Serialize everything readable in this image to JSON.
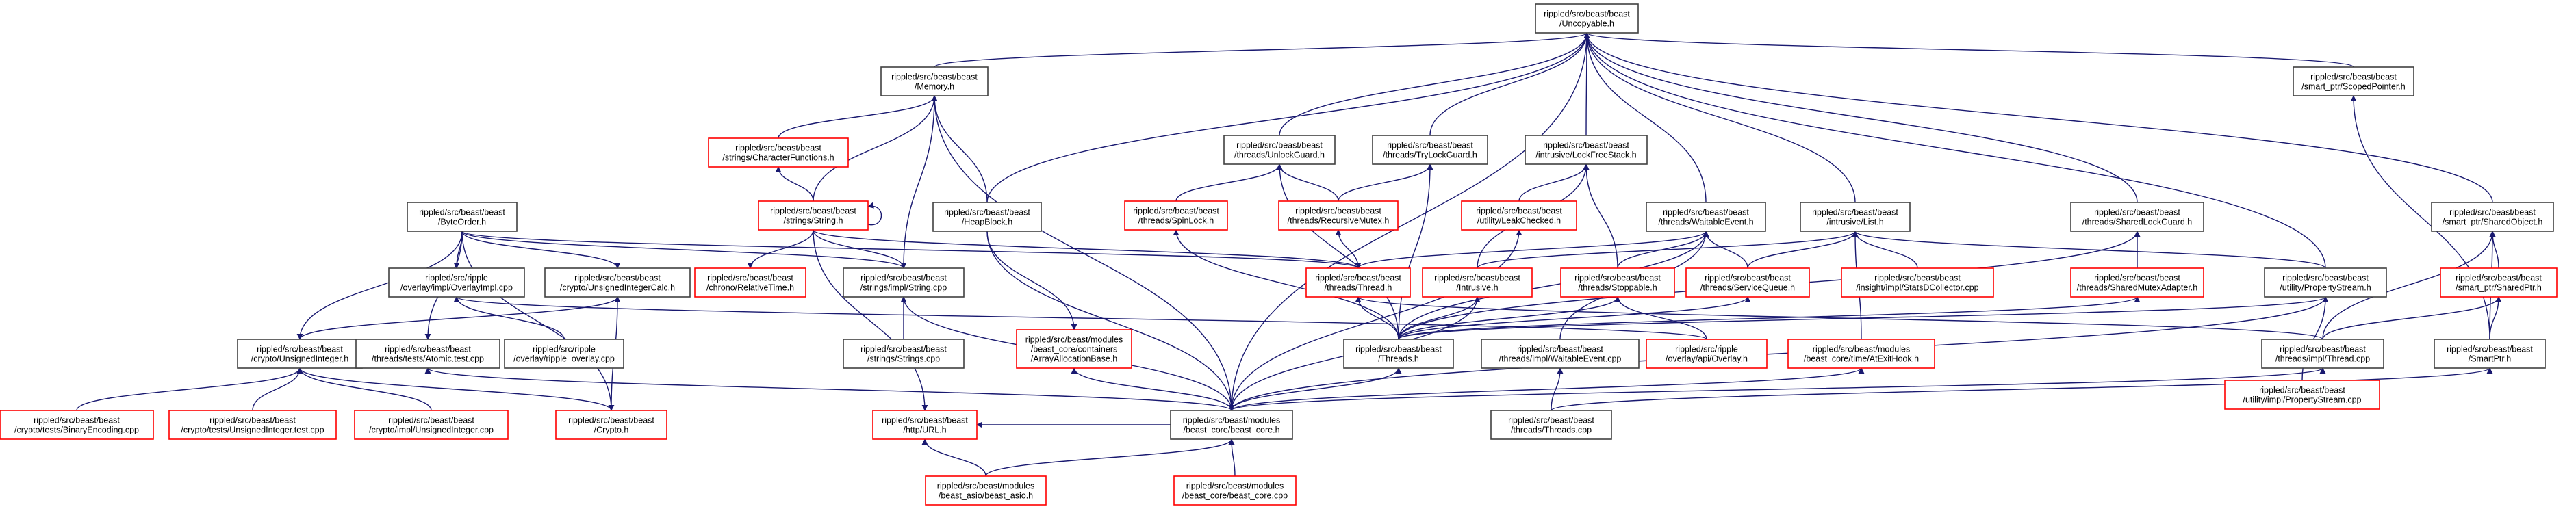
{
  "colors": {
    "edge": "#191970",
    "normal_border": "#404040",
    "missing_border": "#ff0000",
    "root_fill": "#bfbfbf",
    "node_fill": "#ffffff"
  },
  "nodes": {
    "uncopyable": {
      "lines": [
        "rippled/src/beast/beast",
        "/Uncopyable.h"
      ],
      "style": "root"
    },
    "memory": {
      "lines": [
        "rippled/src/beast/beast",
        "/Memory.h"
      ],
      "style": "normal"
    },
    "scopedpointer": {
      "lines": [
        "rippled/src/beast/beast",
        "/smart_ptr/ScopedPointer.h"
      ],
      "style": "normal"
    },
    "characterfunctions": {
      "lines": [
        "rippled/src/beast/beast",
        "/strings/CharacterFunctions.h"
      ],
      "style": "missing"
    },
    "unlockguard": {
      "lines": [
        "rippled/src/beast/beast",
        "/threads/UnlockGuard.h"
      ],
      "style": "normal"
    },
    "trylockguard": {
      "lines": [
        "rippled/src/beast/beast",
        "/threads/TryLockGuard.h"
      ],
      "style": "normal"
    },
    "lockfreestack": {
      "lines": [
        "rippled/src/beast/beast",
        "/intrusive/LockFreeStack.h"
      ],
      "style": "normal"
    },
    "byteorder": {
      "lines": [
        "rippled/src/beast/beast",
        "/ByteOrder.h"
      ],
      "style": "normal"
    },
    "string": {
      "lines": [
        "rippled/src/beast/beast",
        "/strings/String.h"
      ],
      "style": "missing"
    },
    "heapblock": {
      "lines": [
        "rippled/src/beast/beast",
        "/HeapBlock.h"
      ],
      "style": "normal"
    },
    "spinlock": {
      "lines": [
        "rippled/src/beast/beast",
        "/threads/SpinLock.h"
      ],
      "style": "missing"
    },
    "recursivemutex": {
      "lines": [
        "rippled/src/beast/beast",
        "/threads/RecursiveMutex.h"
      ],
      "style": "missing"
    },
    "leakchecked": {
      "lines": [
        "rippled/src/beast/beast",
        "/utility/LeakChecked.h"
      ],
      "style": "missing"
    },
    "waitableevent": {
      "lines": [
        "rippled/src/beast/beast",
        "/threads/WaitableEvent.h"
      ],
      "style": "normal"
    },
    "intrusivelist": {
      "lines": [
        "rippled/src/beast/beast",
        "/intrusive/List.h"
      ],
      "style": "normal"
    },
    "sharedlockguard": {
      "lines": [
        "rippled/src/beast/beast",
        "/threads/SharedLockGuard.h"
      ],
      "style": "normal"
    },
    "sharedobject": {
      "lines": [
        "rippled/src/beast/beast",
        "/smart_ptr/SharedObject.h"
      ],
      "style": "normal"
    },
    "overlayimpl": {
      "lines": [
        "rippled/src/ripple",
        "/overlay/impl/OverlayImpl.cpp"
      ],
      "style": "normal"
    },
    "unsignedintegercalc": {
      "lines": [
        "rippled/src/beast/beast",
        "/crypto/UnsignedIntegerCalc.h"
      ],
      "style": "normal"
    },
    "relativetime": {
      "lines": [
        "rippled/src/beast/beast",
        "/chrono/RelativeTime.h"
      ],
      "style": "missing"
    },
    "stringcpp": {
      "lines": [
        "rippled/src/beast/beast",
        "/strings/impl/String.cpp"
      ],
      "style": "normal"
    },
    "threadh": {
      "lines": [
        "rippled/src/beast/beast",
        "/threads/Thread.h"
      ],
      "style": "missing"
    },
    "intrusiveh": {
      "lines": [
        "rippled/src/beast/beast",
        "/Intrusive.h"
      ],
      "style": "missing"
    },
    "stoppable": {
      "lines": [
        "rippled/src/beast/beast",
        "/threads/Stoppable.h"
      ],
      "style": "missing"
    },
    "servicequeue": {
      "lines": [
        "rippled/src/beast/beast",
        "/threads/ServiceQueue.h"
      ],
      "style": "missing"
    },
    "statsdcollector": {
      "lines": [
        "rippled/src/beast/beast",
        "/insight/impl/StatsDCollector.cpp"
      ],
      "style": "missing"
    },
    "sharedmutexadapter": {
      "lines": [
        "rippled/src/beast/beast",
        "/threads/SharedMutexAdapter.h"
      ],
      "style": "missing"
    },
    "propertystream": {
      "lines": [
        "rippled/src/beast/beast",
        "/utility/PropertyStream.h"
      ],
      "style": "normal"
    },
    "sharedptr": {
      "lines": [
        "rippled/src/beast/beast",
        "/smart_ptr/SharedPtr.h"
      ],
      "style": "missing"
    },
    "unsignedinteger": {
      "lines": [
        "rippled/src/beast/beast",
        "/crypto/UnsignedInteger.h"
      ],
      "style": "normal"
    },
    "atomictest": {
      "lines": [
        "rippled/src/beast/beast",
        "/threads/tests/Atomic.test.cpp"
      ],
      "style": "normal"
    },
    "rippleoverlay": {
      "lines": [
        "rippled/src/ripple",
        "/overlay/ripple_overlay.cpp"
      ],
      "style": "normal"
    },
    "stringscpp": {
      "lines": [
        "rippled/src/beast/beast",
        "/strings/Strings.cpp"
      ],
      "style": "normal"
    },
    "arrayallocationbase": {
      "lines": [
        "rippled/src/beast/modules",
        "/beast_core/containers",
        "/ArrayAllocationBase.h"
      ],
      "style": "missing"
    },
    "threadsh": {
      "lines": [
        "rippled/src/beast/beast",
        "/Threads.h"
      ],
      "style": "normal"
    },
    "waitableeventcpp": {
      "lines": [
        "rippled/src/beast/beast",
        "/threads/impl/WaitableEvent.cpp"
      ],
      "style": "normal"
    },
    "overlayh": {
      "lines": [
        "rippled/src/ripple",
        "/overlay/api/Overlay.h"
      ],
      "style": "missing"
    },
    "atexithook": {
      "lines": [
        "rippled/src/beast/modules",
        "/beast_core/time/AtExitHook.h"
      ],
      "style": "missing"
    },
    "propertystreamcpp": {
      "lines": [
        "rippled/src/beast/beast",
        "/utility/impl/PropertyStream.cpp"
      ],
      "style": "missing"
    },
    "threadcpp": {
      "lines": [
        "rippled/src/beast/beast",
        "/threads/impl/Thread.cpp"
      ],
      "style": "normal"
    },
    "smartptr": {
      "lines": [
        "rippled/src/beast/beast",
        "/SmartPtr.h"
      ],
      "style": "normal"
    },
    "binaryencoding": {
      "lines": [
        "rippled/src/beast/beast",
        "/crypto/tests/BinaryEncoding.cpp"
      ],
      "style": "missing"
    },
    "unsignedintegertest": {
      "lines": [
        "rippled/src/beast/beast",
        "/crypto/tests/UnsignedInteger.test.cpp"
      ],
      "style": "missing"
    },
    "unsignedintegercpp": {
      "lines": [
        "rippled/src/beast/beast",
        "/crypto/impl/UnsignedInteger.cpp"
      ],
      "style": "missing"
    },
    "cryptoh": {
      "lines": [
        "rippled/src/beast/beast",
        "/Crypto.h"
      ],
      "style": "missing"
    },
    "urlh": {
      "lines": [
        "rippled/src/beast/beast",
        "/http/URL.h"
      ],
      "style": "missing"
    },
    "beastcoreh": {
      "lines": [
        "rippled/src/beast/modules",
        "/beast_core/beast_core.h"
      ],
      "style": "normal"
    },
    "threadscpp": {
      "lines": [
        "rippled/src/beast/beast",
        "/threads/Threads.cpp"
      ],
      "style": "normal"
    },
    "beastasio": {
      "lines": [
        "rippled/src/beast/modules",
        "/beast_asio/beast_asio.h"
      ],
      "style": "missing"
    },
    "beastcorecpp": {
      "lines": [
        "rippled/src/beast/modules",
        "/beast_core/beast_core.cpp"
      ],
      "style": "missing"
    }
  }
}
